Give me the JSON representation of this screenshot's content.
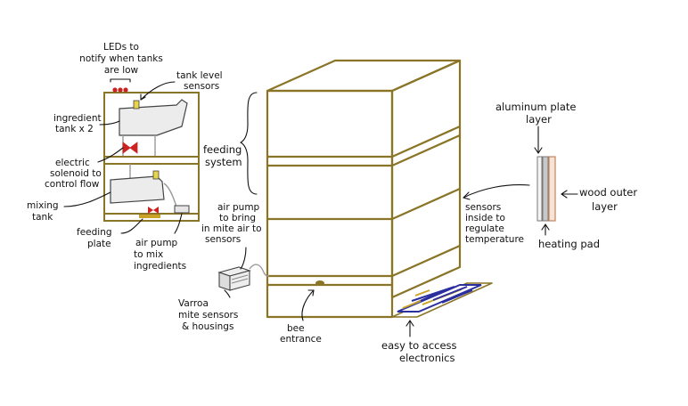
{
  "diagram": {
    "colors": {
      "hive_frame": "#8a7426",
      "ink": "#111111",
      "tank_fill": "#ececec",
      "led": "#cc2222",
      "sensor": "#e8d44a",
      "valve": "#cc2222",
      "circuit_board": "#2b2f9e",
      "circuit_trace": "#c9a227",
      "wood_layer": "#d9a98a",
      "aluminum_layer": "#c8c8c8"
    },
    "labels": {
      "leds": [
        "LEDs to",
        "notify when tanks",
        "are low"
      ],
      "tank_level_sensors": [
        "tank level",
        "sensors"
      ],
      "ingredient_tank": [
        "ingredient",
        "tank x 2"
      ],
      "electric_solenoid": [
        "electric",
        "solenoid to",
        "control flow"
      ],
      "mixing_tank": [
        "mixing",
        "tank"
      ],
      "feeding_plate": [
        "feeding",
        "plate"
      ],
      "air_pump_mix": [
        "air pump",
        "to mix",
        "ingredients"
      ],
      "feeding_system": [
        "feeding",
        "system"
      ],
      "air_pump_mite": [
        "air pump",
        "to bring",
        "in mite air to",
        "sensors"
      ],
      "varroa": [
        "Varroa",
        "mite sensors",
        "& housings"
      ],
      "bee_entrance": [
        "bee",
        "entrance"
      ],
      "easy_access": [
        "easy to access",
        "electronics"
      ],
      "sensors_temp": [
        "sensors",
        "inside to",
        "regulate",
        "temperature"
      ],
      "aluminum": [
        "aluminum plate",
        "layer"
      ],
      "wood": [
        "wood outer",
        "layer"
      ],
      "heating_pad": [
        "heating pad"
      ]
    }
  }
}
